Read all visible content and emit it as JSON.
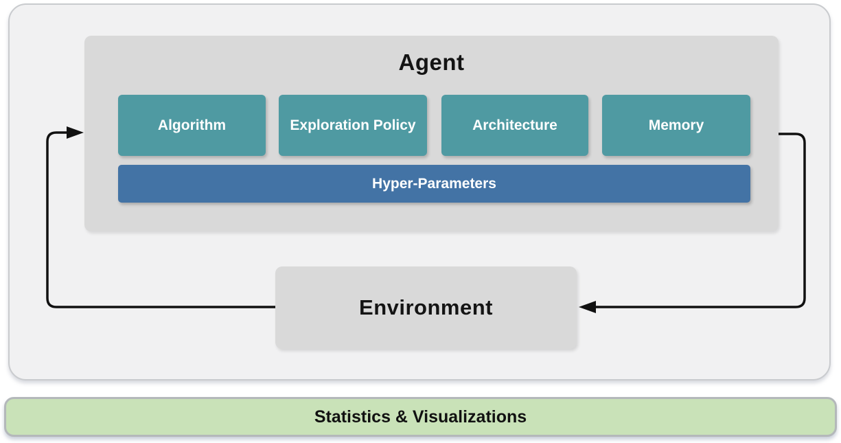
{
  "agent": {
    "title": "Agent",
    "components": [
      "Algorithm",
      "Exploration Policy",
      "Architecture",
      "Memory"
    ],
    "hyper_parameters": "Hyper-Parameters"
  },
  "environment": {
    "label": "Environment"
  },
  "footer": {
    "label": "Statistics & Visualizations"
  },
  "arrows": {
    "environment_to_agent": "environment-to-agent",
    "agent_to_environment": "agent-to-environment"
  },
  "colors": {
    "component_teal": "#4f9aa2",
    "hyper_blue": "#4373a5",
    "box_gray": "#d9d9d9",
    "container_gray": "#f1f1f2",
    "footer_green": "#c9e2b8",
    "arrow_black": "#111111"
  }
}
